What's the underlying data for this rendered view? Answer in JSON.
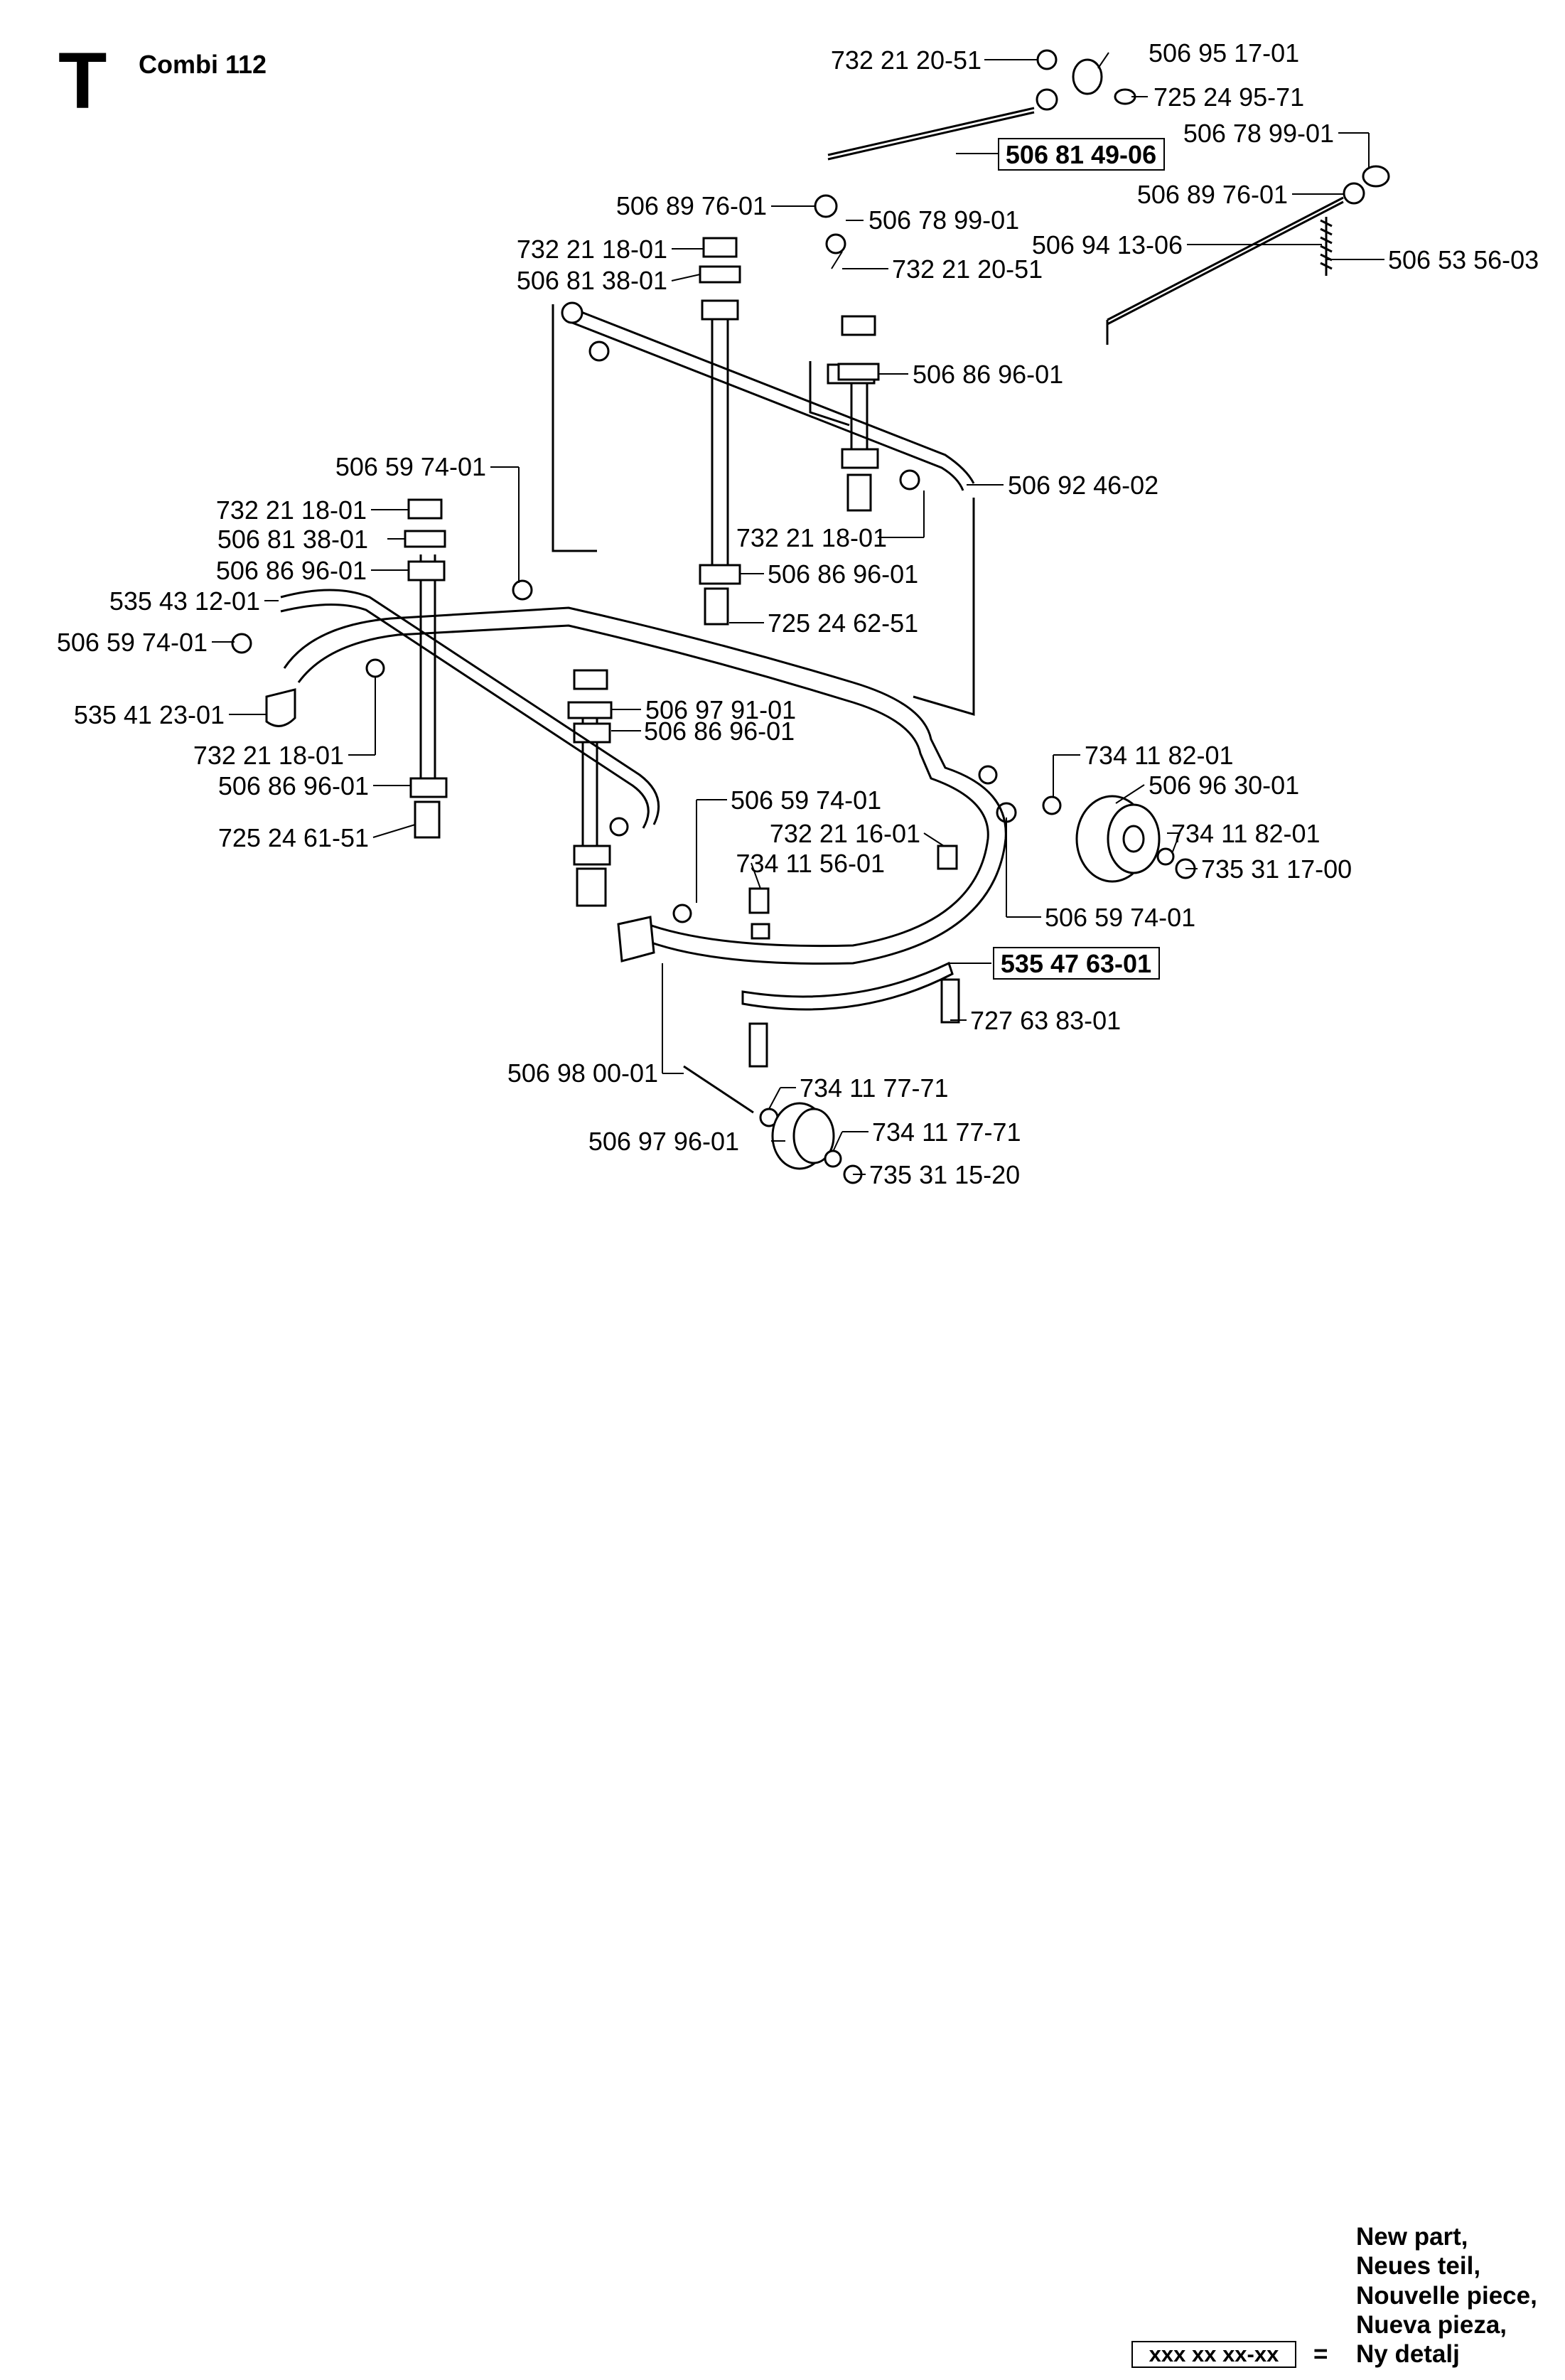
{
  "header": {
    "section_letter": "T",
    "model": "Combi 112"
  },
  "callouts": [
    {
      "id": "c1",
      "text": "732 21 20-51"
    },
    {
      "id": "c2",
      "text": "506 95 17-01"
    },
    {
      "id": "c3",
      "text": "725 24 95-71"
    },
    {
      "id": "c4",
      "text": "506 81 49-06",
      "new_part": true
    },
    {
      "id": "c5",
      "text": "506 78 99-01"
    },
    {
      "id": "c6",
      "text": "506 89 76-01"
    },
    {
      "id": "c7",
      "text": "506 78 99-01"
    },
    {
      "id": "c8",
      "text": "506 89 76-01"
    },
    {
      "id": "c9",
      "text": "506 94 13-06"
    },
    {
      "id": "c10",
      "text": "732 21 18-01"
    },
    {
      "id": "c11",
      "text": "506 53 56-03"
    },
    {
      "id": "c12",
      "text": "506 81 38-01"
    },
    {
      "id": "c13",
      "text": "732 21 20-51"
    },
    {
      "id": "c14",
      "text": "506 86 96-01"
    },
    {
      "id": "c15",
      "text": "506 59 74-01"
    },
    {
      "id": "c16",
      "text": "506 92 46-02"
    },
    {
      "id": "c17",
      "text": "732 21 18-01"
    },
    {
      "id": "c18",
      "text": "732 21 18-01"
    },
    {
      "id": "c19",
      "text": "506 81 38-01"
    },
    {
      "id": "c20",
      "text": "506 86 96-01"
    },
    {
      "id": "c21",
      "text": "506 86 96-01"
    },
    {
      "id": "c22",
      "text": "535 43 12-01"
    },
    {
      "id": "c23",
      "text": "725 24 62-51"
    },
    {
      "id": "c24",
      "text": "506 59 74-01"
    },
    {
      "id": "c25",
      "text": "506 97 91-01"
    },
    {
      "id": "c26",
      "text": "535 41 23-01"
    },
    {
      "id": "c27",
      "text": "506 86 96-01"
    },
    {
      "id": "c28",
      "text": "732 21 18-01"
    },
    {
      "id": "c29",
      "text": "734 11 82-01"
    },
    {
      "id": "c30",
      "text": "506 96 30-01"
    },
    {
      "id": "c31",
      "text": "506 86 96-01"
    },
    {
      "id": "c32",
      "text": "506 59 74-01"
    },
    {
      "id": "c33",
      "text": "732 21 16-01"
    },
    {
      "id": "c34",
      "text": "734 11 82-01"
    },
    {
      "id": "c35",
      "text": "725 24 61-51"
    },
    {
      "id": "c36",
      "text": "734 11 56-01"
    },
    {
      "id": "c37",
      "text": "735 31 17-00"
    },
    {
      "id": "c38",
      "text": "506 59 74-01"
    },
    {
      "id": "c39",
      "text": "535 47 63-01",
      "new_part": true
    },
    {
      "id": "c40",
      "text": "727 63 83-01"
    },
    {
      "id": "c41",
      "text": "506 98 00-01"
    },
    {
      "id": "c42",
      "text": "734 11 77-71"
    },
    {
      "id": "c43",
      "text": "734 11 77-71"
    },
    {
      "id": "c44",
      "text": "506 97 96-01"
    },
    {
      "id": "c45",
      "text": "735 31 15-20"
    }
  ],
  "legend": {
    "translations": [
      "New part,",
      "Neues teil,",
      "Nouvelle piece,",
      "Nueva pieza,",
      "Ny detalj"
    ],
    "placeholder": "xxx xx xx-xx",
    "equals": "="
  }
}
